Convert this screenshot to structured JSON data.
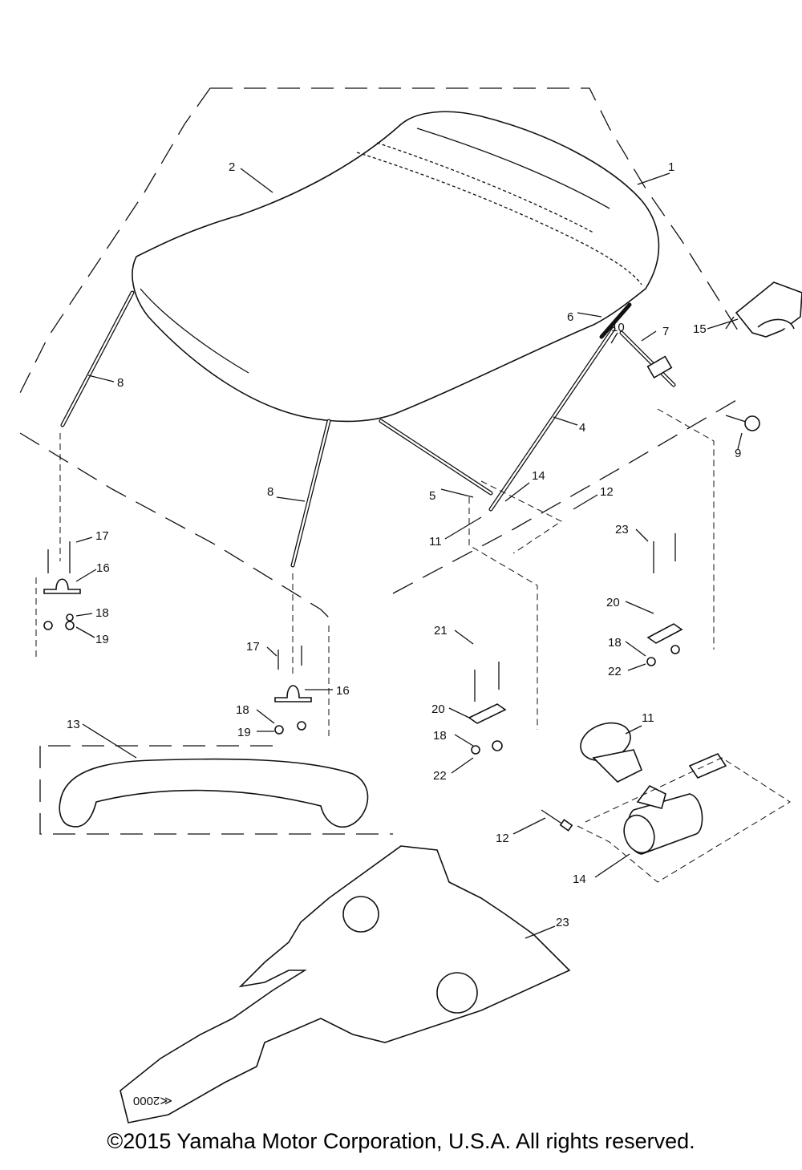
{
  "diagram": {
    "callouts": [
      {
        "id": "c1",
        "label": "1"
      },
      {
        "id": "c2",
        "label": "2"
      },
      {
        "id": "c4",
        "label": "4"
      },
      {
        "id": "c5",
        "label": "5"
      },
      {
        "id": "c6",
        "label": "6"
      },
      {
        "id": "c7",
        "label": "7"
      },
      {
        "id": "c8a",
        "label": "8"
      },
      {
        "id": "c8b",
        "label": "8"
      },
      {
        "id": "c9",
        "label": "9"
      },
      {
        "id": "c10",
        "label": "10"
      },
      {
        "id": "c11a",
        "label": "11"
      },
      {
        "id": "c11b",
        "label": "11"
      },
      {
        "id": "c12a",
        "label": "12"
      },
      {
        "id": "c12b",
        "label": "12"
      },
      {
        "id": "c13",
        "label": "13"
      },
      {
        "id": "c14a",
        "label": "14"
      },
      {
        "id": "c14b",
        "label": "14"
      },
      {
        "id": "c15",
        "label": "15"
      },
      {
        "id": "c16a",
        "label": "16"
      },
      {
        "id": "c16b",
        "label": "16"
      },
      {
        "id": "c17a",
        "label": "17"
      },
      {
        "id": "c17b",
        "label": "17"
      },
      {
        "id": "c18a",
        "label": "18"
      },
      {
        "id": "c18b",
        "label": "18"
      },
      {
        "id": "c18c",
        "label": "18"
      },
      {
        "id": "c18d",
        "label": "18"
      },
      {
        "id": "c19a",
        "label": "19"
      },
      {
        "id": "c19b",
        "label": "19"
      },
      {
        "id": "c20a",
        "label": "20"
      },
      {
        "id": "c20b",
        "label": "20"
      },
      {
        "id": "c21",
        "label": "21"
      },
      {
        "id": "c22a",
        "label": "22"
      },
      {
        "id": "c22b",
        "label": "22"
      },
      {
        "id": "c23a",
        "label": "23"
      },
      {
        "id": "c23b",
        "label": "23"
      }
    ],
    "mat_marking": "≪2000"
  },
  "footer": {
    "copyright": "©2015 Yamaha Motor Corporation, U.S.A. All rights reserved."
  }
}
